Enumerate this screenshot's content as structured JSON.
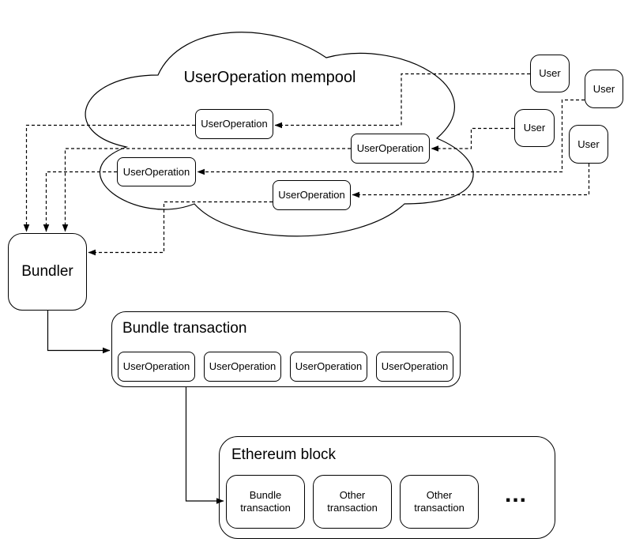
{
  "colors": {
    "stroke": "#000000",
    "fill": "#ffffff",
    "text": "#000000"
  },
  "mempool": {
    "title": "UserOperation mempool",
    "operations": [
      {
        "label": "UserOperation"
      },
      {
        "label": "UserOperation"
      },
      {
        "label": "UserOperation"
      },
      {
        "label": "UserOperation"
      }
    ]
  },
  "users": [
    {
      "label": "User"
    },
    {
      "label": "User"
    },
    {
      "label": "User"
    },
    {
      "label": "User"
    }
  ],
  "bundler": {
    "label": "Bundler"
  },
  "bundle": {
    "title": "Bundle transaction",
    "operations": [
      {
        "label": "UserOperation"
      },
      {
        "label": "UserOperation"
      },
      {
        "label": "UserOperation"
      },
      {
        "label": "UserOperation"
      }
    ]
  },
  "block": {
    "title": "Ethereum block",
    "transactions": [
      {
        "label": "Bundle transaction"
      },
      {
        "label": "Other transaction"
      },
      {
        "label": "Other transaction"
      }
    ],
    "ellipsis": "..."
  }
}
